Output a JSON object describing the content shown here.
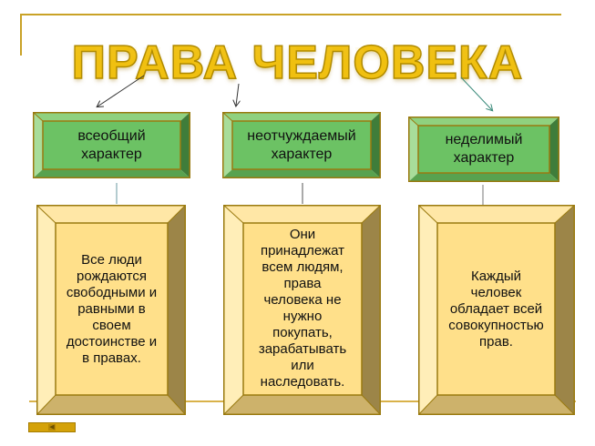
{
  "slide": {
    "title": "ПРАВА ЧЕЛОВЕКА"
  },
  "colors": {
    "title_fill": "#f0c010",
    "title_stroke": "#b08a00",
    "green_face": "#6cc264",
    "green_top": "#8fd17f",
    "green_left": "#a8dd9a",
    "green_right": "#3f7d3a",
    "green_bottom": "#58a24f",
    "gold_face": "#ffe08a",
    "gold_top": "#ffe7a6",
    "gold_left": "#ffeeb8",
    "gold_right": "#9c8548",
    "gold_bottom": "#cdb26b",
    "border": "#9a7a10",
    "decor_line": "#c9a227"
  },
  "categories": [
    {
      "header": "всеобщий характер",
      "header_lines": [
        "всеобщий",
        "характер"
      ],
      "description_lines": [
        "Все люди",
        "рождаются",
        "свободными и",
        "равными в",
        "своем",
        "достоинстве и",
        "в правах."
      ]
    },
    {
      "header": "неотчуждаемый характер",
      "header_lines": [
        "неотчуждаемый",
        "характер"
      ],
      "description_lines": [
        "Они",
        "принадлежат",
        "всем людям,",
        "права",
        "человека не",
        "нужно",
        "покупать,",
        "зарабатывать",
        "или",
        "наследовать."
      ]
    },
    {
      "header": "неделимый характер",
      "header_lines": [
        "неделимый",
        "характер"
      ],
      "description_lines": [
        "Каждый",
        "человек",
        "обладает всей",
        "совокупностью",
        "прав."
      ]
    }
  ],
  "navigation": {
    "back_button_icon": "◀"
  }
}
